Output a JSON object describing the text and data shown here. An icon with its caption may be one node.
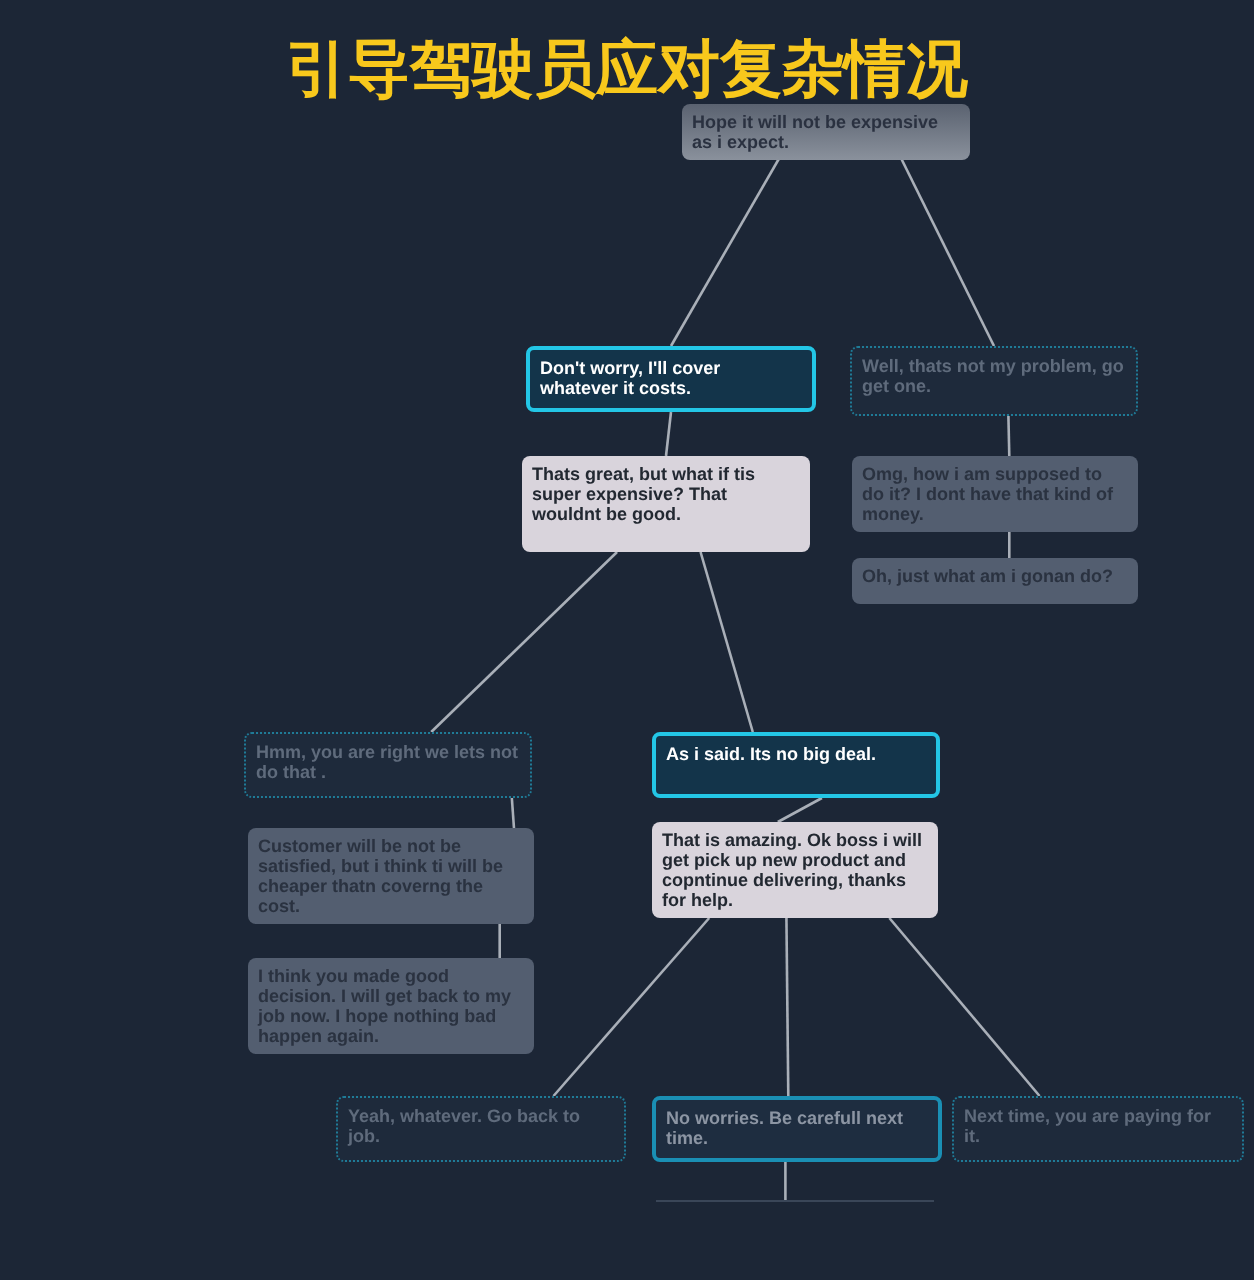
{
  "diagram": {
    "title": "引导驾驶员应对复杂情况",
    "nodes": [
      {
        "text": [
          "Hope it will not be expensive as i expect."
        ]
      },
      {
        "text": [
          "Don't worry, I'll cover whatever it costs."
        ]
      },
      {
        "text": [
          "Well, thats not my problem, go get one."
        ]
      },
      {
        "text": [
          "Thats great, but what if tis super expensive? That wouldnt be good."
        ]
      },
      {
        "text": [
          "Omg, how i am supposed to do it? I dont have that kind of money."
        ]
      },
      {
        "text": [
          "Oh, just what am i gonan do?"
        ]
      },
      {
        "text": [
          "Hmm, you are right we lets not do that ."
        ]
      },
      {
        "text": [
          "Customer will be not be satisfied, but i think ti will be cheaper thatn coverng the cost."
        ]
      },
      {
        "text": [
          "I think you made good decision. I will get back to my job now. I hope nothing bad happen again."
        ]
      },
      {
        "text": [
          "As i said. Its no big deal."
        ]
      },
      {
        "text": [
          "That is amazing. Ok boss i will get pick up new product and copntinue delivering, thanks for help."
        ]
      },
      {
        "text": [
          "Yeah, whatever. Go back to job."
        ]
      },
      {
        "text": [
          "No worries. Be carefull next time."
        ]
      },
      {
        "text": [
          "Next time, you are paying for it."
        ]
      },
      {
        "text": [],
        "shape": "bar"
      }
    ],
    "edges": [
      {
        "from": 0,
        "to": 1,
        "arrow": "none"
      },
      {
        "from": 0,
        "to": 2,
        "arrow": "none"
      },
      {
        "from": 1,
        "to": 3,
        "arrow": "none"
      },
      {
        "from": 2,
        "to": 4,
        "arrow": "none"
      },
      {
        "from": 4,
        "to": 5,
        "arrow": "none"
      },
      {
        "from": 3,
        "to": 6,
        "arrow": "none"
      },
      {
        "from": 3,
        "to": 9,
        "arrow": "none"
      },
      {
        "from": 6,
        "to": 7,
        "arrow": "none"
      },
      {
        "from": 7,
        "to": 8,
        "arrow": "none"
      },
      {
        "from": 9,
        "to": 10,
        "arrow": "none"
      },
      {
        "from": 10,
        "to": 11,
        "arrow": "none"
      },
      {
        "from": 10,
        "to": 12,
        "arrow": "none"
      },
      {
        "from": 10,
        "to": 13,
        "arrow": "none"
      },
      {
        "from": 12,
        "to": 14,
        "arrow": "none"
      }
    ]
  }
}
